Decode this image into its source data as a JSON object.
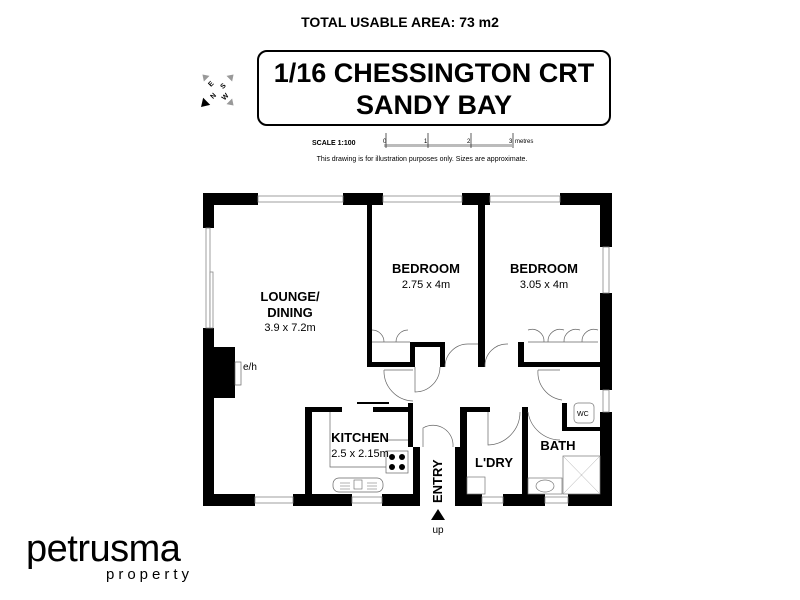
{
  "header": {
    "total_area": "TOTAL USABLE AREA: 73 m2",
    "address_line1": "1/16 CHESSINGTON CRT",
    "address_line2": "SANDY BAY"
  },
  "scale": {
    "label": "SCALE 1:100",
    "ticks": [
      "0",
      "1",
      "2",
      "3"
    ],
    "unit": "metres",
    "disclaimer": "This drawing is for illustration purposes only. Sizes are approximate."
  },
  "compass": {
    "n": "N",
    "s": "S",
    "e": "E",
    "w": "W"
  },
  "rooms": {
    "lounge": {
      "name1": "LOUNGE/",
      "name2": "DINING",
      "size": "3.9 x 7.2m"
    },
    "bedroom1": {
      "name": "BEDROOM",
      "size": "2.75 x 4m"
    },
    "bedroom2": {
      "name": "BEDROOM",
      "size": "3.05 x 4m"
    },
    "kitchen": {
      "name": "KITCHEN",
      "size": "2.5 x 2.15m"
    },
    "laundry": {
      "name": "L'DRY"
    },
    "bath": {
      "name": "BATH"
    },
    "entry": {
      "name": "ENTRY"
    }
  },
  "fixtures": {
    "heater": "e/h",
    "wc": "WC",
    "entry_arrow": "up"
  },
  "logo": {
    "name": "petrusma",
    "sub": "property"
  }
}
